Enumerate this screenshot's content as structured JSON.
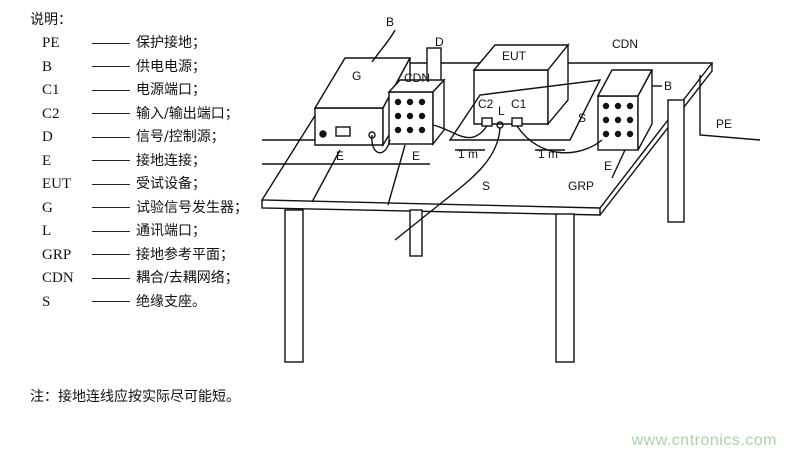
{
  "legend": {
    "title": "说明：",
    "items": [
      {
        "sym": "PE",
        "desc": "保护接地；"
      },
      {
        "sym": "B",
        "desc": "供电电源；"
      },
      {
        "sym": "C1",
        "desc": "电源端口；"
      },
      {
        "sym": "C2",
        "desc": "输入/输出端口；"
      },
      {
        "sym": "D",
        "desc": "信号/控制源；"
      },
      {
        "sym": "E",
        "desc": "接地连接；"
      },
      {
        "sym": "EUT",
        "desc": "受试设备；"
      },
      {
        "sym": "G",
        "desc": "试验信号发生器；"
      },
      {
        "sym": "L",
        "desc": "通讯端口；"
      },
      {
        "sym": "GRP",
        "desc": "接地参考平面；"
      },
      {
        "sym": "CDN",
        "desc": "耦合/去耦网络；"
      },
      {
        "sym": "S",
        "desc": "绝缘支座。"
      }
    ],
    "note": "注：接地连线应按实际尽可能短。"
  },
  "diagram": {
    "labels": {
      "b_top": "B",
      "d_top": "D",
      "eut": "EUT",
      "cdn_left": "CDN",
      "cdn_right": "CDN",
      "b_right": "B",
      "g": "G",
      "c2": "C2",
      "l": "L",
      "c1": "C1",
      "s_right": "S",
      "pe": "PE",
      "e_left": "E",
      "e_mid": "E",
      "e_right": "E",
      "one_m_left": "1 m",
      "one_m_right": "1 m",
      "s_bottom": "S",
      "grp": "GRP"
    }
  },
  "watermark": "www.cntronics.com"
}
